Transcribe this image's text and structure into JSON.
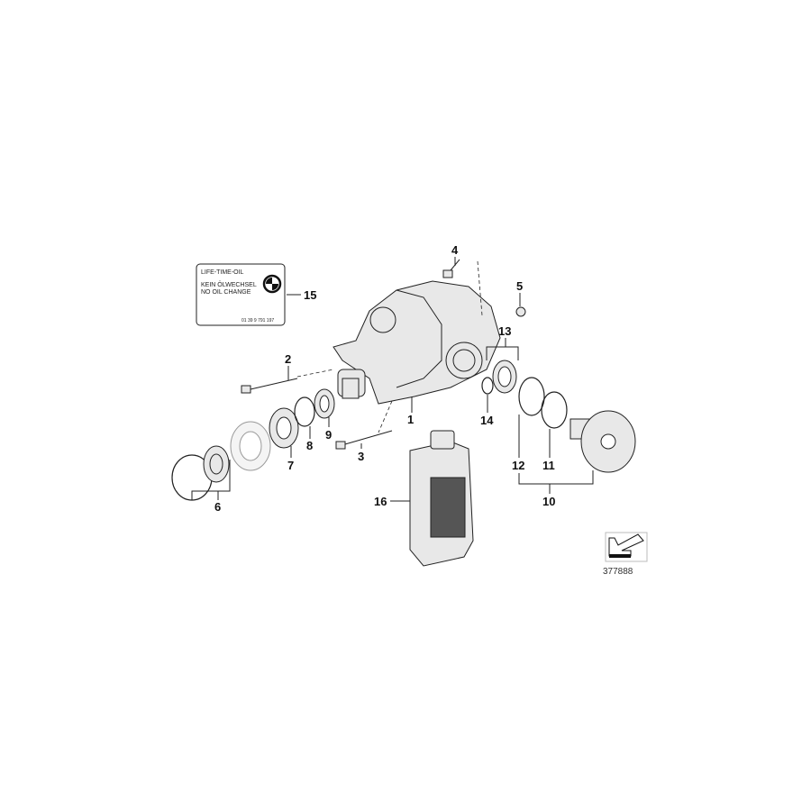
{
  "diagram": {
    "reference_number": "377888",
    "label_sticker": {
      "line1": "LIFE-TIME-OIL",
      "line2": "KEIN ÖLWECHSEL",
      "line3": "NO OIL CHANGE",
      "part_number": "01 39 9 791 197"
    },
    "callouts": [
      "1",
      "2",
      "3",
      "4",
      "5",
      "6",
      "7",
      "8",
      "9",
      "10",
      "11",
      "12",
      "13",
      "14",
      "15",
      "16"
    ],
    "colors": {
      "line": "#222222",
      "shade": "#e8e8e8"
    }
  }
}
